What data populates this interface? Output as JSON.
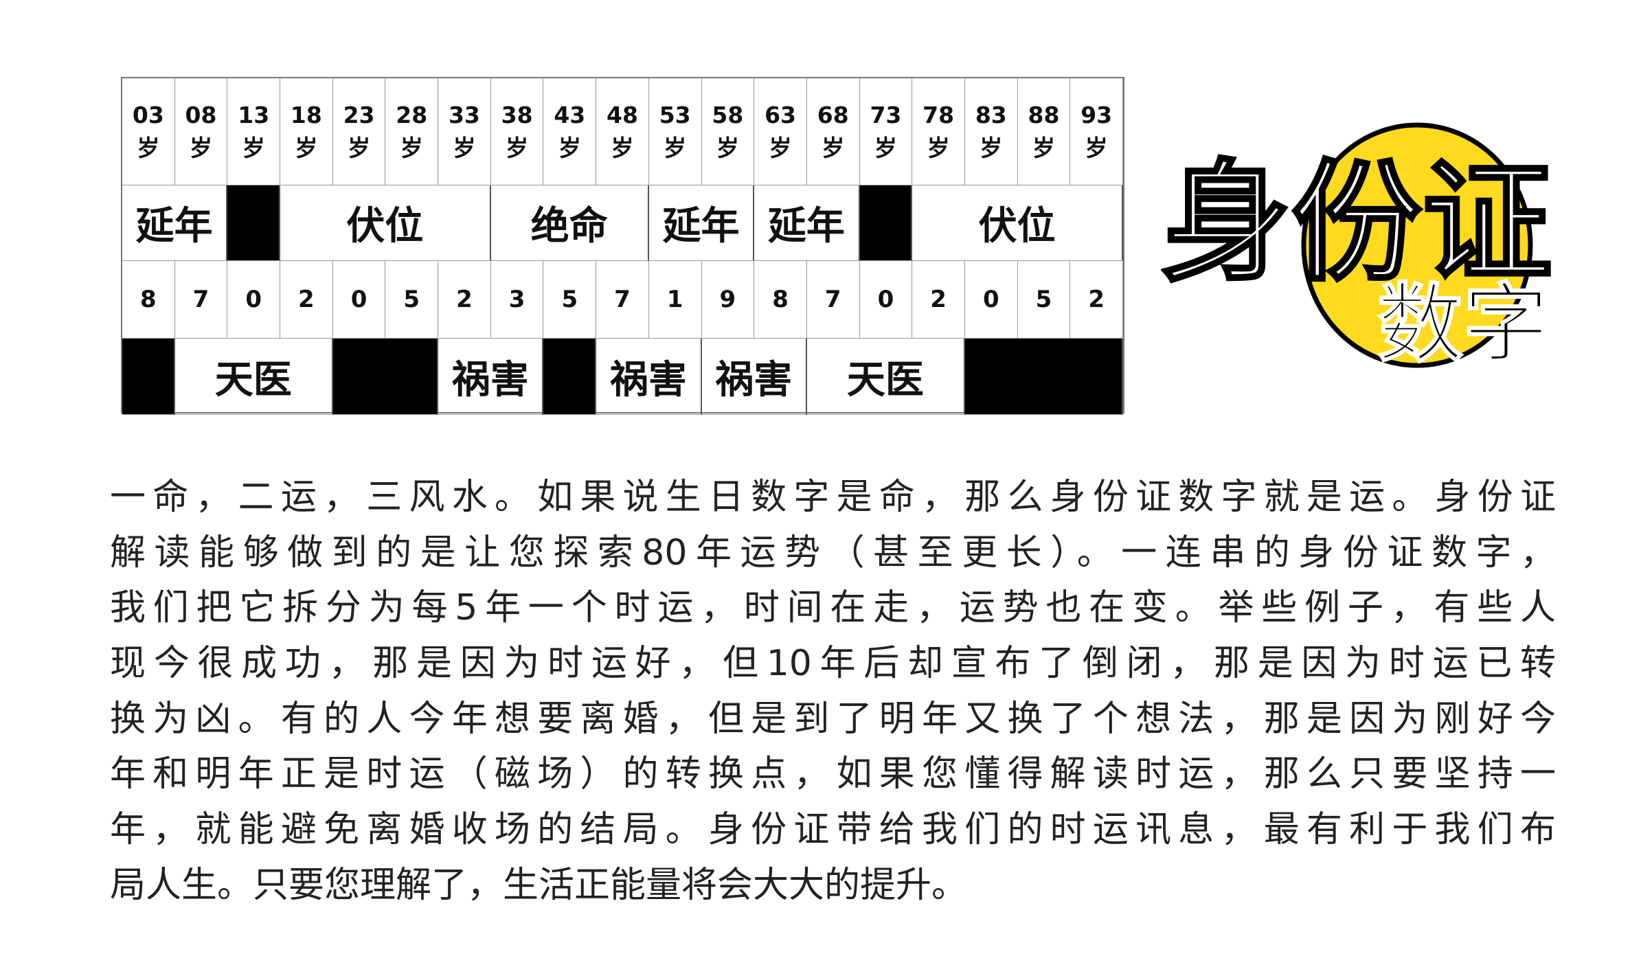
{
  "table": {
    "ages": [
      "03",
      "08",
      "13",
      "18",
      "23",
      "28",
      "33",
      "38",
      "43",
      "48",
      "53",
      "58",
      "63",
      "68",
      "73",
      "78",
      "83",
      "88",
      "93"
    ],
    "age_unit": "岁",
    "stars_top": [
      {
        "label": "延年",
        "span": 2
      },
      {
        "label": "",
        "span": 1,
        "black": true
      },
      {
        "label": "伏位",
        "span": 4
      },
      {
        "label": "绝命",
        "span": 3
      },
      {
        "label": "延年",
        "span": 2
      },
      {
        "label": "延年",
        "span": 2
      },
      {
        "label": "",
        "span": 1,
        "black": true
      },
      {
        "label": "伏位",
        "span": 4
      }
    ],
    "digits": [
      "8",
      "7",
      "0",
      "2",
      "0",
      "5",
      "2",
      "3",
      "5",
      "7",
      "1",
      "9",
      "8",
      "7",
      "0",
      "2",
      "0",
      "5",
      "2"
    ],
    "stars_bottom": [
      {
        "label": "",
        "span": 1,
        "black": true
      },
      {
        "label": "天医",
        "span": 3
      },
      {
        "label": "",
        "span": 2,
        "black": true
      },
      {
        "label": "祸害",
        "span": 2
      },
      {
        "label": "",
        "span": 1,
        "black": true
      },
      {
        "label": "祸害",
        "span": 2
      },
      {
        "label": "祸害",
        "span": 2
      },
      {
        "label": "天医",
        "span": 3
      },
      {
        "label": "",
        "span": 3,
        "black": true
      }
    ]
  },
  "logo": {
    "line1": "身份证",
    "line2": "数字",
    "circle_color": "#FFDA1F"
  },
  "paragraph": [
    "一命，二运，三风水。如果说生日数字是命，那么身份证数字就是运。身份证",
    "解读能够做到的是让您探索80年运势（甚至更长）。一连串的身份证数字，",
    "我们把它拆分为每5年一个时运，时间在走，运势也在变。举些例子，有些人",
    "现今很成功，那是因为时运好，但10年后却宣布了倒闭，那是因为时运已转",
    "换为凶。有的人今年想要离婚，但是到了明年又换了个想法，那是因为刚好今",
    "年和明年正是时运（磁场）的转换点，如果您懂得解读时运，那么只要坚持一",
    "年，就能避免离婚收场的结局。身份证带给我们的时运讯息，最有利于我们布",
    "局人生。只要您理解了，生活正能量将会大大的提升。"
  ]
}
